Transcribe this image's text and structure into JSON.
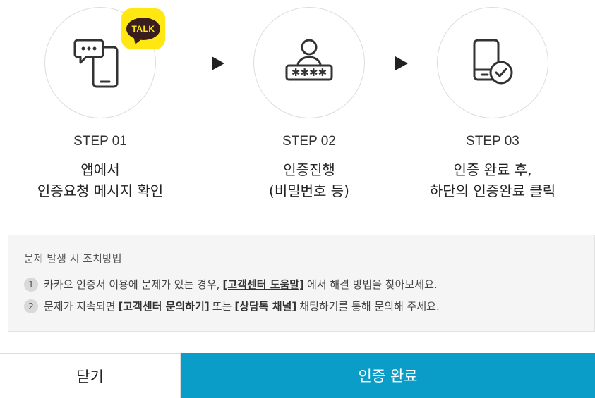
{
  "steps": [
    {
      "label": "STEP 01",
      "desc_line1": "앱에서",
      "desc_line2": "인증요청 메시지 확인",
      "icon": "phone-chat-icon"
    },
    {
      "label": "STEP 02",
      "desc_line1": "인증진행",
      "desc_line2": "(비밀번호 등)",
      "icon": "user-password-icon"
    },
    {
      "label": "STEP 03",
      "desc_line1": "인증 완료 후,",
      "desc_line2": "하단의 인증완료 클릭",
      "icon": "phone-check-icon"
    }
  ],
  "talk_badge": {
    "text": "TALK",
    "color": "#ffe812",
    "bubble_color": "#3a1d1d"
  },
  "help": {
    "title": "문제 발생 시 조치방법",
    "items": [
      {
        "num": "1",
        "pre": "카카오 인증서 이용에 문제가 있는 경우,",
        "link": "[고객센터 도움말]",
        "post": "에서 해결 방법을 찾아보세요."
      },
      {
        "num": "2",
        "pre": "문제가 지속되면",
        "link": "[고객센터 문의하기]",
        "mid": "또는",
        "link2": "[상담톡 채널]",
        "post": "채팅하기를 통해 문의해 주세요."
      }
    ]
  },
  "buttons": {
    "close": "닫기",
    "confirm": "인증 완료"
  },
  "colors": {
    "accent": "#0a9dc8",
    "text": "#222222",
    "box_bg": "#f5f5f5"
  }
}
